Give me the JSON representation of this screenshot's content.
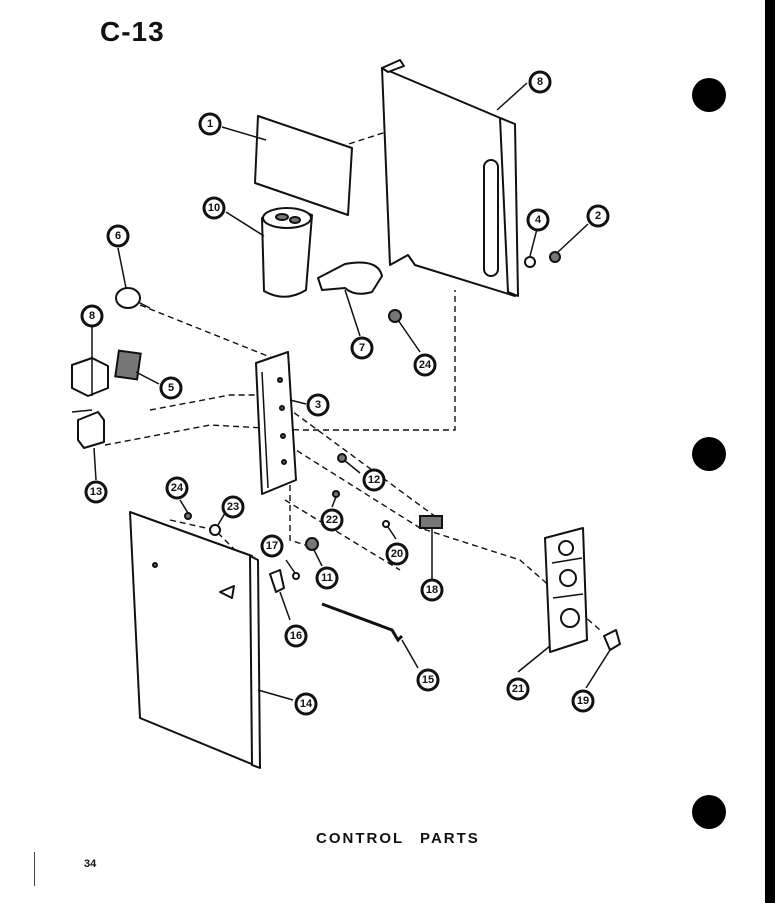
{
  "header": {
    "section": "C-13"
  },
  "caption": "CONTROL PARTS",
  "page_number": "34",
  "callouts": [
    "1",
    "8",
    "10",
    "4",
    "2",
    "6",
    "8",
    "7",
    "24",
    "5",
    "3",
    "13",
    "12",
    "24",
    "23",
    "22",
    "17",
    "11",
    "20",
    "18",
    "21",
    "16",
    "15",
    "19",
    "14"
  ]
}
